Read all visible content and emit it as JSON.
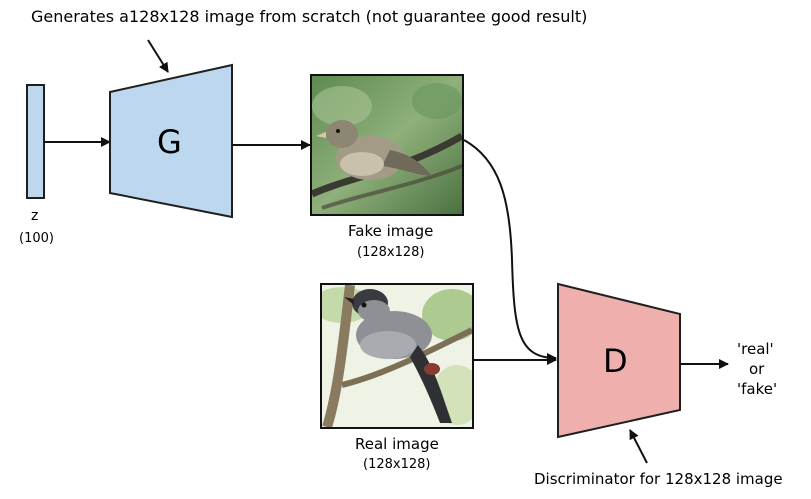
{
  "generator_note": "Generates a128x128 image from scratch (not guarantee good result)",
  "z_label": "z",
  "z_dim": "(100)",
  "generator_label": "G",
  "fake_image_label": "Fake image",
  "fake_image_size": "(128x128)",
  "real_image_label": "Real image",
  "real_image_size": "(128x128)",
  "discriminator_label": "D",
  "output_real": "'real'",
  "output_or": "or",
  "output_fake": "'fake'",
  "discriminator_note": "Discriminator for 128x128 image",
  "colors": {
    "z_vector": "#bdd7ee",
    "generator": "#bdd7ee",
    "discriminator": "#efb0ad",
    "stroke": "#1f1f1f"
  }
}
